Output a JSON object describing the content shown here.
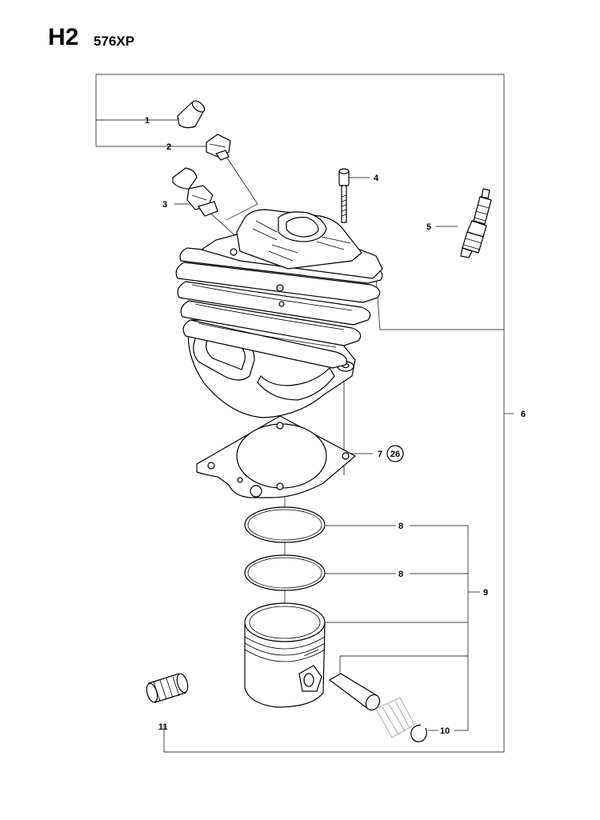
{
  "header": {
    "code": "H2",
    "model": "576XP"
  },
  "callouts": {
    "c1": "1",
    "c2": "2",
    "c3": "3",
    "c4": "4",
    "c5": "5",
    "c6": "6",
    "c7": "7",
    "c8a": "8",
    "c8b": "8",
    "c9": "9",
    "c10": "10",
    "c11": "11"
  },
  "reference_badge": "26"
}
